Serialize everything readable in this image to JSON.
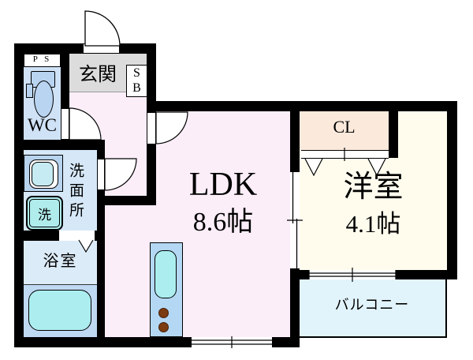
{
  "plan": {
    "pipe_space_label": "P S",
    "entrance_label": "玄関",
    "shoe_box_top": "S",
    "shoe_box_bottom": "B",
    "toilet_label": "WC",
    "washroom_label": "洗面所",
    "laundry_label": "洗",
    "bathroom_label": "浴室",
    "ldk_label": "LDK",
    "ldk_size": "8.6帖",
    "western_room_label": "洋室",
    "western_room_size": "4.1帖",
    "closet_label": "CL",
    "balcony_label": "バルコニー"
  },
  "colors": {
    "wall": "#000000",
    "ldk_floor": "#fbeef8",
    "entrance_floor": "#dcdcdc",
    "wc_floor": "#cfe2f6",
    "washroom_floor": "#d6e8f8",
    "bathroom_floor": "#dcebf8",
    "bathtub_platform": "#bfd9f2",
    "bathtub": "#aceef0",
    "laundry_box": "#b0ecec",
    "kitchen_counter": "#b4d8f3",
    "kitchen_sink": "#aceef0",
    "burner": "#7c3b10",
    "closet_floor": "#fbe9dc",
    "western_room_floor": "#fffcee",
    "balcony_floor": "#e2f4fb",
    "fixture_blue": "#b9d4f1"
  }
}
